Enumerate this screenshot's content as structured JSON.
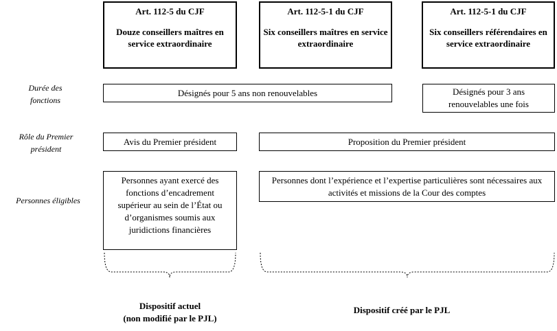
{
  "columns": [
    {
      "article": "Art. 112-5 du CJF",
      "members": "Douze conseillers maîtres en service extraordinaire"
    },
    {
      "article": "Art. 112-5-1 du CJF",
      "members": "Six conseillers maîtres en service extraordinaire"
    },
    {
      "article": "Art. 112-5-1 du CJF",
      "members": "Six conseillers référendaires en service extraordinaire"
    }
  ],
  "rows": {
    "duree": {
      "label": "Durée des fonctions",
      "left": "Désignés pour 5 ans non renouvelables",
      "right": "Désignés pour 3 ans renouvelables une fois"
    },
    "role": {
      "label": "Rôle du Premier président",
      "left": "Avis du Premier président",
      "right": "Proposition du Premier président"
    },
    "eligibles": {
      "label": "Personnes éligibles",
      "left": "Personnes ayant exercé des fonctions d’encadrement supérieur au sein de l’État ou d’organismes soumis aux juridictions financières",
      "right": "Personnes dont l’expérience et l’expertise particulières sont nécessaires aux activités et missions de la Cour des comptes"
    }
  },
  "footer": {
    "current_line1": "Dispositif actuel",
    "current_line2": "(non modifié par le PJL)",
    "created": "Dispositif créé par le PJL"
  }
}
